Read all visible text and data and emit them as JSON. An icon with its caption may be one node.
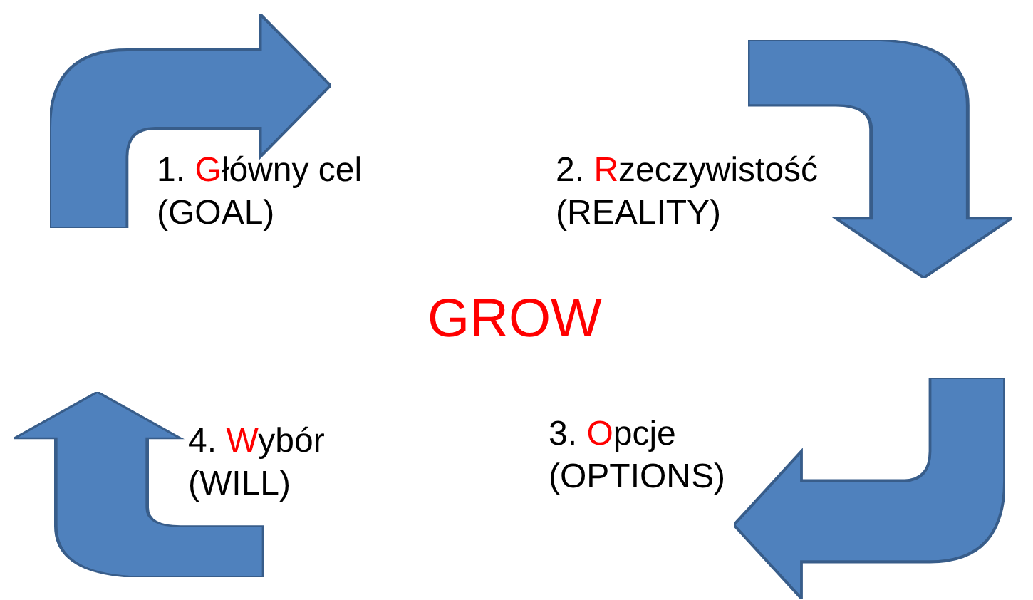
{
  "diagram": {
    "labels": [
      "1. Główny cel (GOAL)",
      "2. Rzeczywistość (REALITY)",
      "GROW",
      "4. Wybór (WILL)",
      "3. Opcje (OPTIONS)"
    ]
  }
}
